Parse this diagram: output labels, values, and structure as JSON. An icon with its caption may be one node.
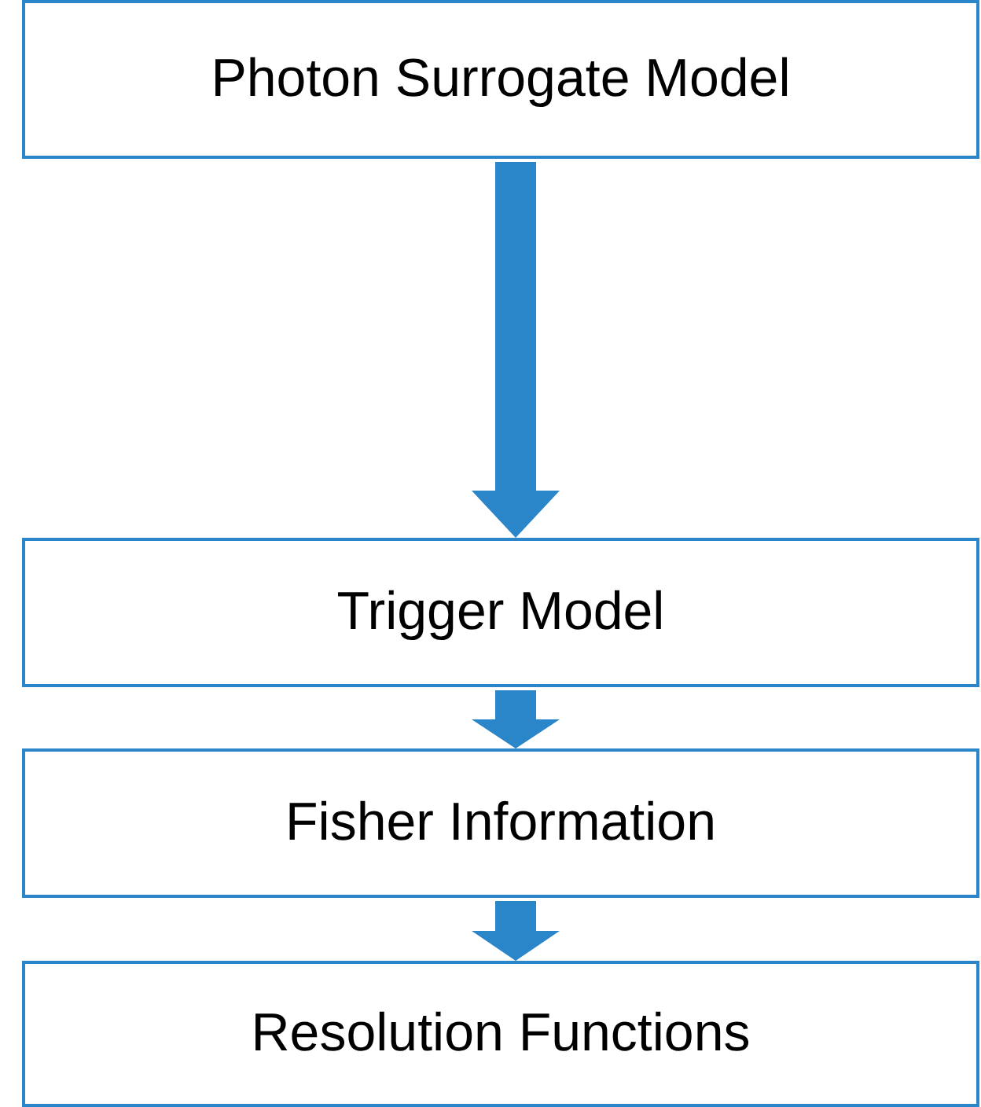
{
  "diagram": {
    "nodes": [
      {
        "text": [
          "Photon Surrogate Model"
        ]
      },
      {
        "text": [
          "Trigger Model"
        ]
      },
      {
        "text": [
          "Fisher Information"
        ]
      },
      {
        "text": [
          "Resolution Functions"
        ]
      }
    ],
    "edges": [
      {
        "from": 0,
        "to": 1,
        "arrow": "to"
      },
      {
        "from": 1,
        "to": 2,
        "arrow": "to"
      },
      {
        "from": 2,
        "to": 3,
        "arrow": "to"
      }
    ]
  }
}
